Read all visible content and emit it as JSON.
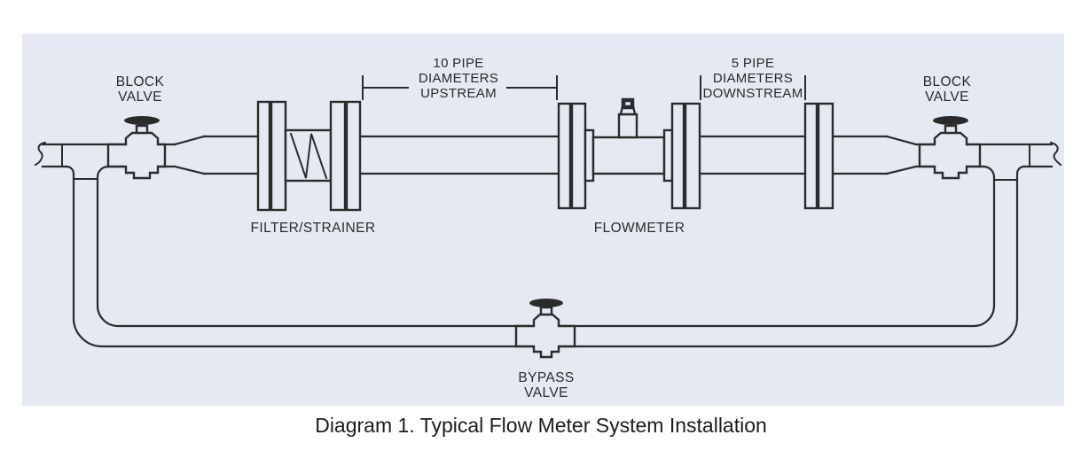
{
  "panel": {
    "bg_color": "#e5e9f2",
    "line_color": "#2b2b2b"
  },
  "caption": "Diagram 1. Typical Flow Meter System Installation",
  "labels": {
    "block_valve_left": [
      "BLOCK",
      "VALVE"
    ],
    "block_valve_right": [
      "BLOCK",
      "VALVE"
    ],
    "filter_strainer": "FILTER/STRAINER",
    "flowmeter": "FLOWMETER",
    "bypass_valve": [
      "BYPASS",
      "VALVE"
    ],
    "upstream_dim": [
      "10 PIPE",
      "DIAMETERS",
      "UPSTREAM"
    ],
    "downstream_dim": [
      "5 PIPE",
      "DIAMETERS",
      "DOWNSTREAM"
    ]
  }
}
